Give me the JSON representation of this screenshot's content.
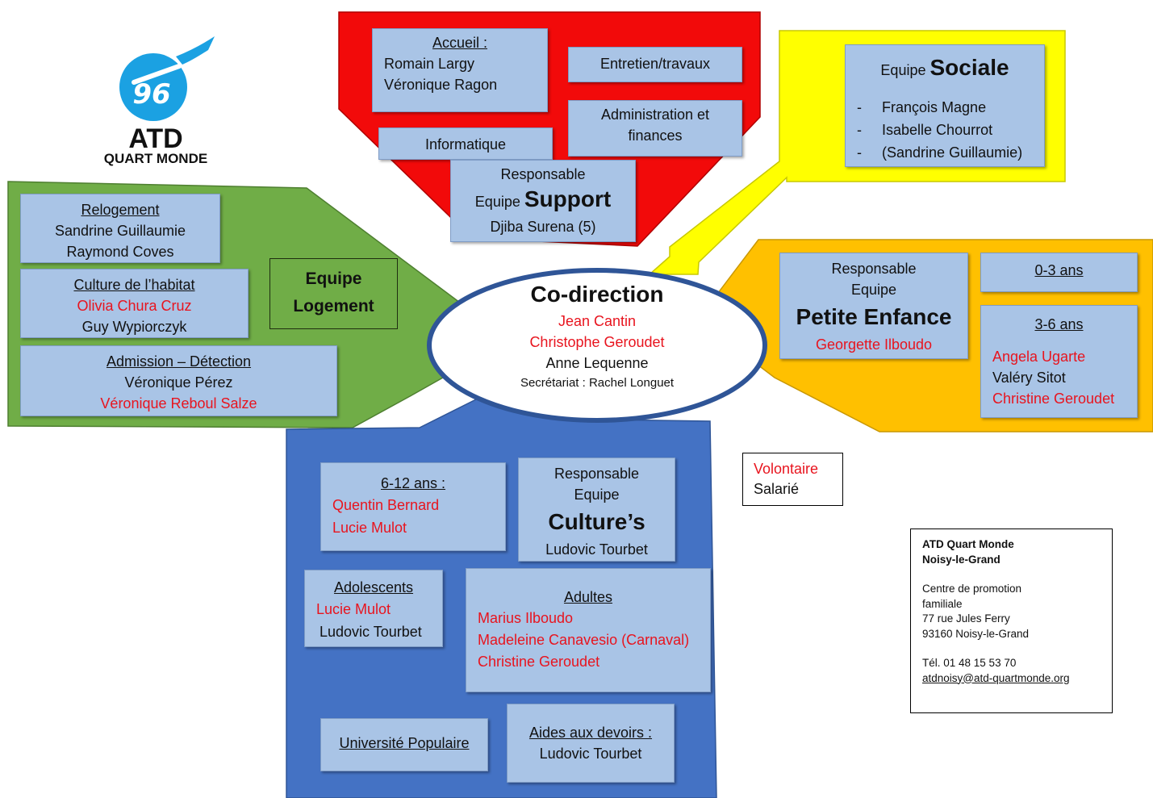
{
  "logo": {
    "name": "ATD",
    "subname": "QUART MONDE"
  },
  "codirection": {
    "title": "Co-direction",
    "members": [
      "Jean Cantin",
      "Christophe Geroudet",
      "Anne Lequenne"
    ],
    "secretariat": "Secrétariat : Rachel Longuet"
  },
  "support": {
    "accueil_title": "Accueil :",
    "accueil_members": [
      "Romain Largy",
      "Véronique Ragon"
    ],
    "entretien": "Entretien/travaux",
    "administration": [
      "Administration et",
      "finances"
    ],
    "informatique": "Informatique",
    "responsable": "Responsable",
    "equipe_word": "Equipe",
    "equipe_name": "Support",
    "manager": "Djiba Surena (5)"
  },
  "sociale": {
    "equipe_word": "Equipe",
    "equipe_name": "Sociale",
    "members": [
      "François Magne",
      "Isabelle Chourrot",
      "(Sandrine Guillaumie)"
    ],
    "bullet": "-"
  },
  "logement": {
    "equipe_title": [
      "Equipe",
      "Logement"
    ],
    "relogement_title": "Relogement",
    "relogement_members": [
      "Sandrine Guillaumie",
      "Raymond Coves"
    ],
    "culture_habitat_title": "Culture de l’habitat",
    "culture_habitat_members": [
      "Olivia Chura Cruz",
      "Guy Wypiorczyk"
    ],
    "admission_title": "Admission – Détection",
    "admission_members": [
      "Véronique Pérez",
      "Véronique Reboul Salze"
    ]
  },
  "petite_enfance": {
    "responsable": "Responsable",
    "equipe_word": "Equipe",
    "equipe_name": "Petite Enfance",
    "manager": "Georgette Ilboudo",
    "age_0_3": "0-3 ans",
    "age_3_6": "3-6 ans",
    "members_3_6": [
      "Angela Ugarte",
      "Valéry Sitot",
      "Christine Geroudet"
    ]
  },
  "cultures": {
    "responsable": "Responsable",
    "equipe_word": "Equipe",
    "equipe_name": "Culture’s",
    "manager": "Ludovic Tourbet",
    "age_6_12": "6-12 ans :",
    "members_6_12": [
      "Quentin Bernard",
      "Lucie Mulot"
    ],
    "adolescents_title": "Adolescents",
    "adolescents_members": [
      "Lucie Mulot",
      "Ludovic Tourbet"
    ],
    "adultes_title": "Adultes",
    "adultes_members": [
      "Marius Ilboudo",
      "Madeleine Canavesio (Carnaval)",
      "Christine Geroudet"
    ],
    "universite": "Université Populaire",
    "aides_title": "Aides aux devoirs :",
    "aides_member": "Ludovic Tourbet"
  },
  "legend": {
    "volontaire": "Volontaire",
    "salarie": "Salarié"
  },
  "contact": {
    "org": "ATD Quart Monde",
    "city": "Noisy-le-Grand",
    "center": [
      "Centre de promotion",
      "familiale"
    ],
    "street": "77 rue Jules Ferry",
    "postcode": "93160 Noisy-le-Grand",
    "phone": "Tél. 01 48 15 53 70",
    "email": "atdnoisy@atd-quartmonde.org"
  },
  "colors": {
    "support": "#f20a0a",
    "sociale": "#ffff00",
    "logement": "#70ad47",
    "petite_enfance": "#ffc000",
    "cultures": "#4472c4",
    "box": "#a9c4e6",
    "volontaire_text": "#e8141e",
    "ellipse_stroke": "#2f5597",
    "logo": "#1ba1e2"
  }
}
